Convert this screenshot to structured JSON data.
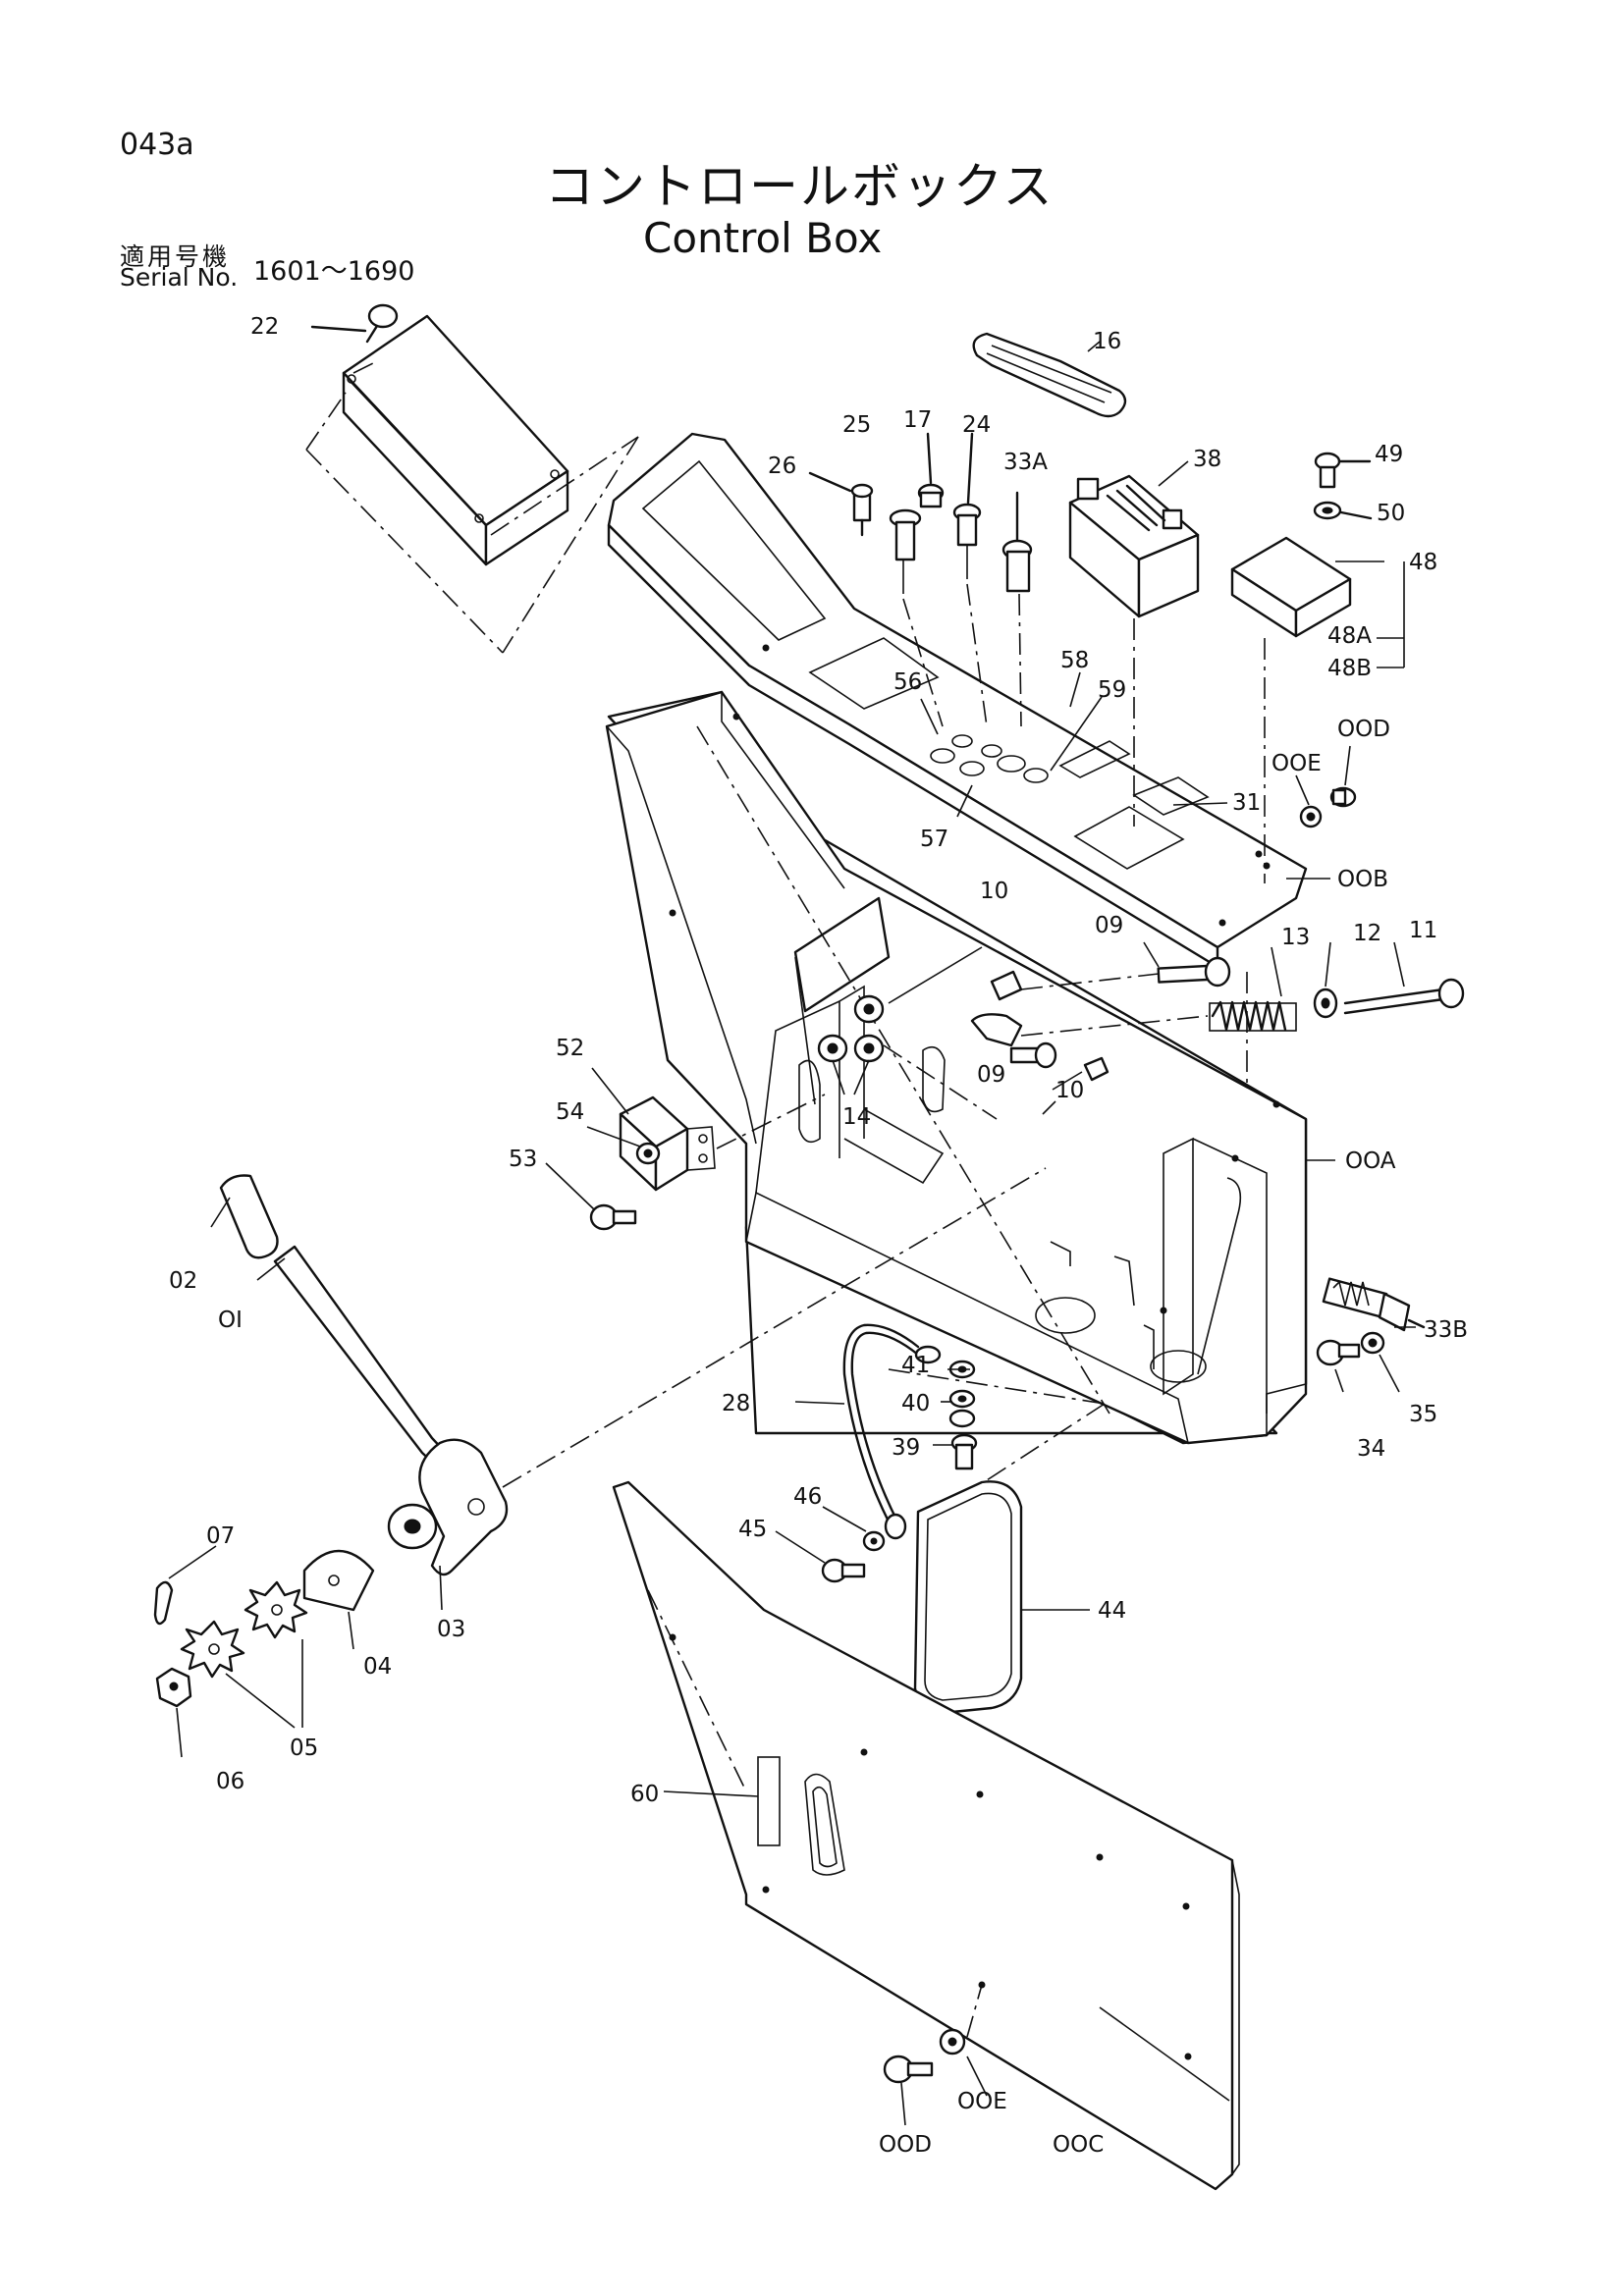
{
  "header": {
    "page_id": "043a",
    "title_ja": "コントロールボックス",
    "title_en": "Control Box",
    "serial_label_ja": "適用号機",
    "serial_label_en": "Serial No.",
    "serial_range": "1601～1690"
  },
  "callouts": [
    {
      "key": "22",
      "text": "22"
    },
    {
      "key": "16",
      "text": "16"
    },
    {
      "key": "25",
      "text": "25"
    },
    {
      "key": "17",
      "text": "17"
    },
    {
      "key": "24",
      "text": "24"
    },
    {
      "key": "33A",
      "text": "33A"
    },
    {
      "key": "38",
      "text": "38"
    },
    {
      "key": "26",
      "text": "26"
    },
    {
      "key": "49",
      "text": "49"
    },
    {
      "key": "50",
      "text": "50"
    },
    {
      "key": "48",
      "text": "48"
    },
    {
      "key": "48A",
      "text": "48A"
    },
    {
      "key": "48B",
      "text": "48B"
    },
    {
      "key": "56",
      "text": "56"
    },
    {
      "key": "58",
      "text": "58"
    },
    {
      "key": "59",
      "text": "59"
    },
    {
      "key": "00D_top",
      "text": "OOD"
    },
    {
      "key": "00E_top",
      "text": "OOE"
    },
    {
      "key": "31",
      "text": "31"
    },
    {
      "key": "57",
      "text": "57"
    },
    {
      "key": "00B",
      "text": "OOB"
    },
    {
      "key": "10a",
      "text": "10"
    },
    {
      "key": "09a",
      "text": "09"
    },
    {
      "key": "13",
      "text": "13"
    },
    {
      "key": "12",
      "text": "12"
    },
    {
      "key": "11",
      "text": "11"
    },
    {
      "key": "52",
      "text": "52"
    },
    {
      "key": "09b",
      "text": "09"
    },
    {
      "key": "10b",
      "text": "10"
    },
    {
      "key": "14",
      "text": "14"
    },
    {
      "key": "54",
      "text": "54"
    },
    {
      "key": "53",
      "text": "53"
    },
    {
      "key": "00A",
      "text": "OOA"
    },
    {
      "key": "02",
      "text": "02"
    },
    {
      "key": "01",
      "text": "OI"
    },
    {
      "key": "33B",
      "text": "33B"
    },
    {
      "key": "41",
      "text": "41"
    },
    {
      "key": "28",
      "text": "28"
    },
    {
      "key": "40",
      "text": "40"
    },
    {
      "key": "34",
      "text": "34"
    },
    {
      "key": "35",
      "text": "35"
    },
    {
      "key": "39",
      "text": "39"
    },
    {
      "key": "46",
      "text": "46"
    },
    {
      "key": "45",
      "text": "45"
    },
    {
      "key": "07",
      "text": "07"
    },
    {
      "key": "44",
      "text": "44"
    },
    {
      "key": "03",
      "text": "03"
    },
    {
      "key": "04",
      "text": "04"
    },
    {
      "key": "05",
      "text": "05"
    },
    {
      "key": "06",
      "text": "06"
    },
    {
      "key": "60",
      "text": "60"
    },
    {
      "key": "00E_bot",
      "text": "OOE"
    },
    {
      "key": "00D_bot",
      "text": "OOD"
    },
    {
      "key": "00C",
      "text": "OOC"
    }
  ]
}
